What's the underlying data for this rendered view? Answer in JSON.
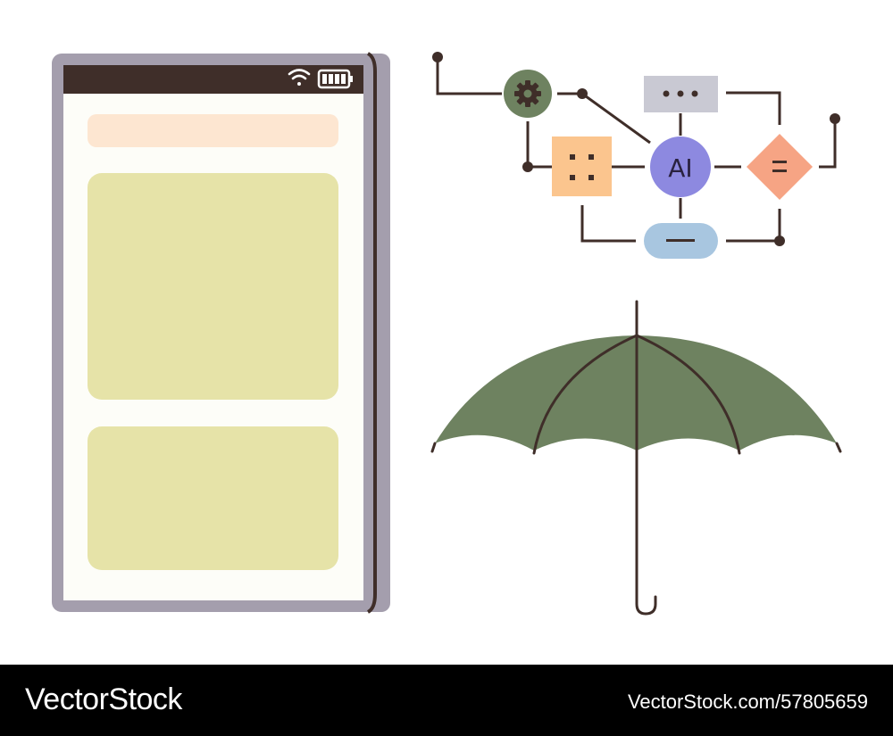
{
  "diagram": {
    "center_label": "AI"
  },
  "footer": {
    "brand": "VectorStock",
    "image_id": "VectorStock.com/57805659"
  },
  "colors": {
    "phone_frame": "#a49ead",
    "phone_status_bar": "#3f2e29",
    "phone_screen": "#fdfdf8",
    "phone_header_block": "#fde6d1",
    "phone_content_block": "#e6e3a8",
    "line": "#3f2e29",
    "gear_node": "#6e8260",
    "dots_node": "#c9c9d3",
    "grid_node": "#fbc58e",
    "ai_node": "#8d89e0",
    "equals_node": "#f6a484",
    "minus_node": "#a8c6e0",
    "umbrella_canopy": "#6e8260",
    "footer_bg": "#000000"
  },
  "icons": [
    "wifi-icon",
    "battery-icon",
    "gear-icon",
    "ellipsis-icon",
    "grid-dots-icon",
    "equals-icon",
    "minus-icon",
    "umbrella-icon"
  ]
}
